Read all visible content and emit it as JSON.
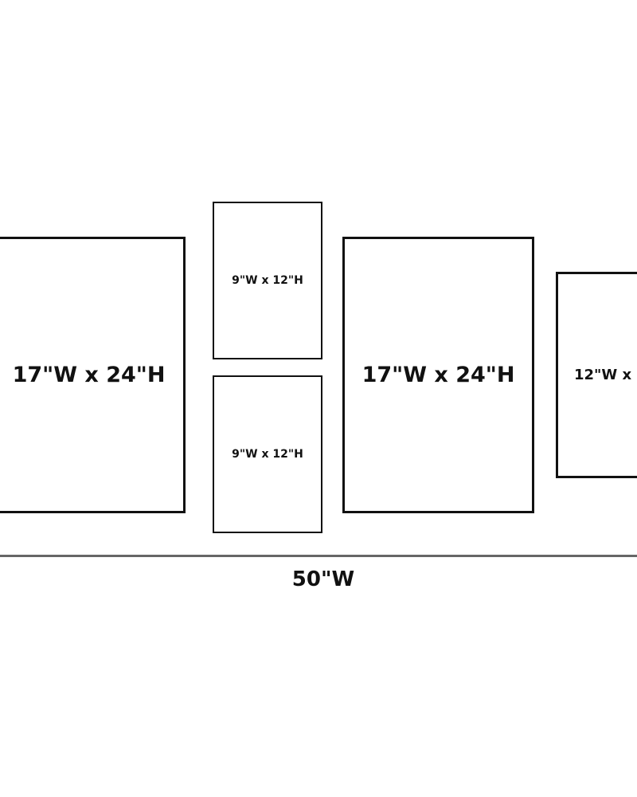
{
  "frames": [
    {
      "label": "17\"W x 24\"H"
    },
    {
      "label": "9\"W x 12\"H"
    },
    {
      "label": "9\"W x 12\"H"
    },
    {
      "label": "17\"W x 24\"H"
    },
    {
      "label": "12\"W x"
    }
  ],
  "total_width_label": "50\"W",
  "colors": {
    "frame": "#111111",
    "rule": "#666666"
  }
}
